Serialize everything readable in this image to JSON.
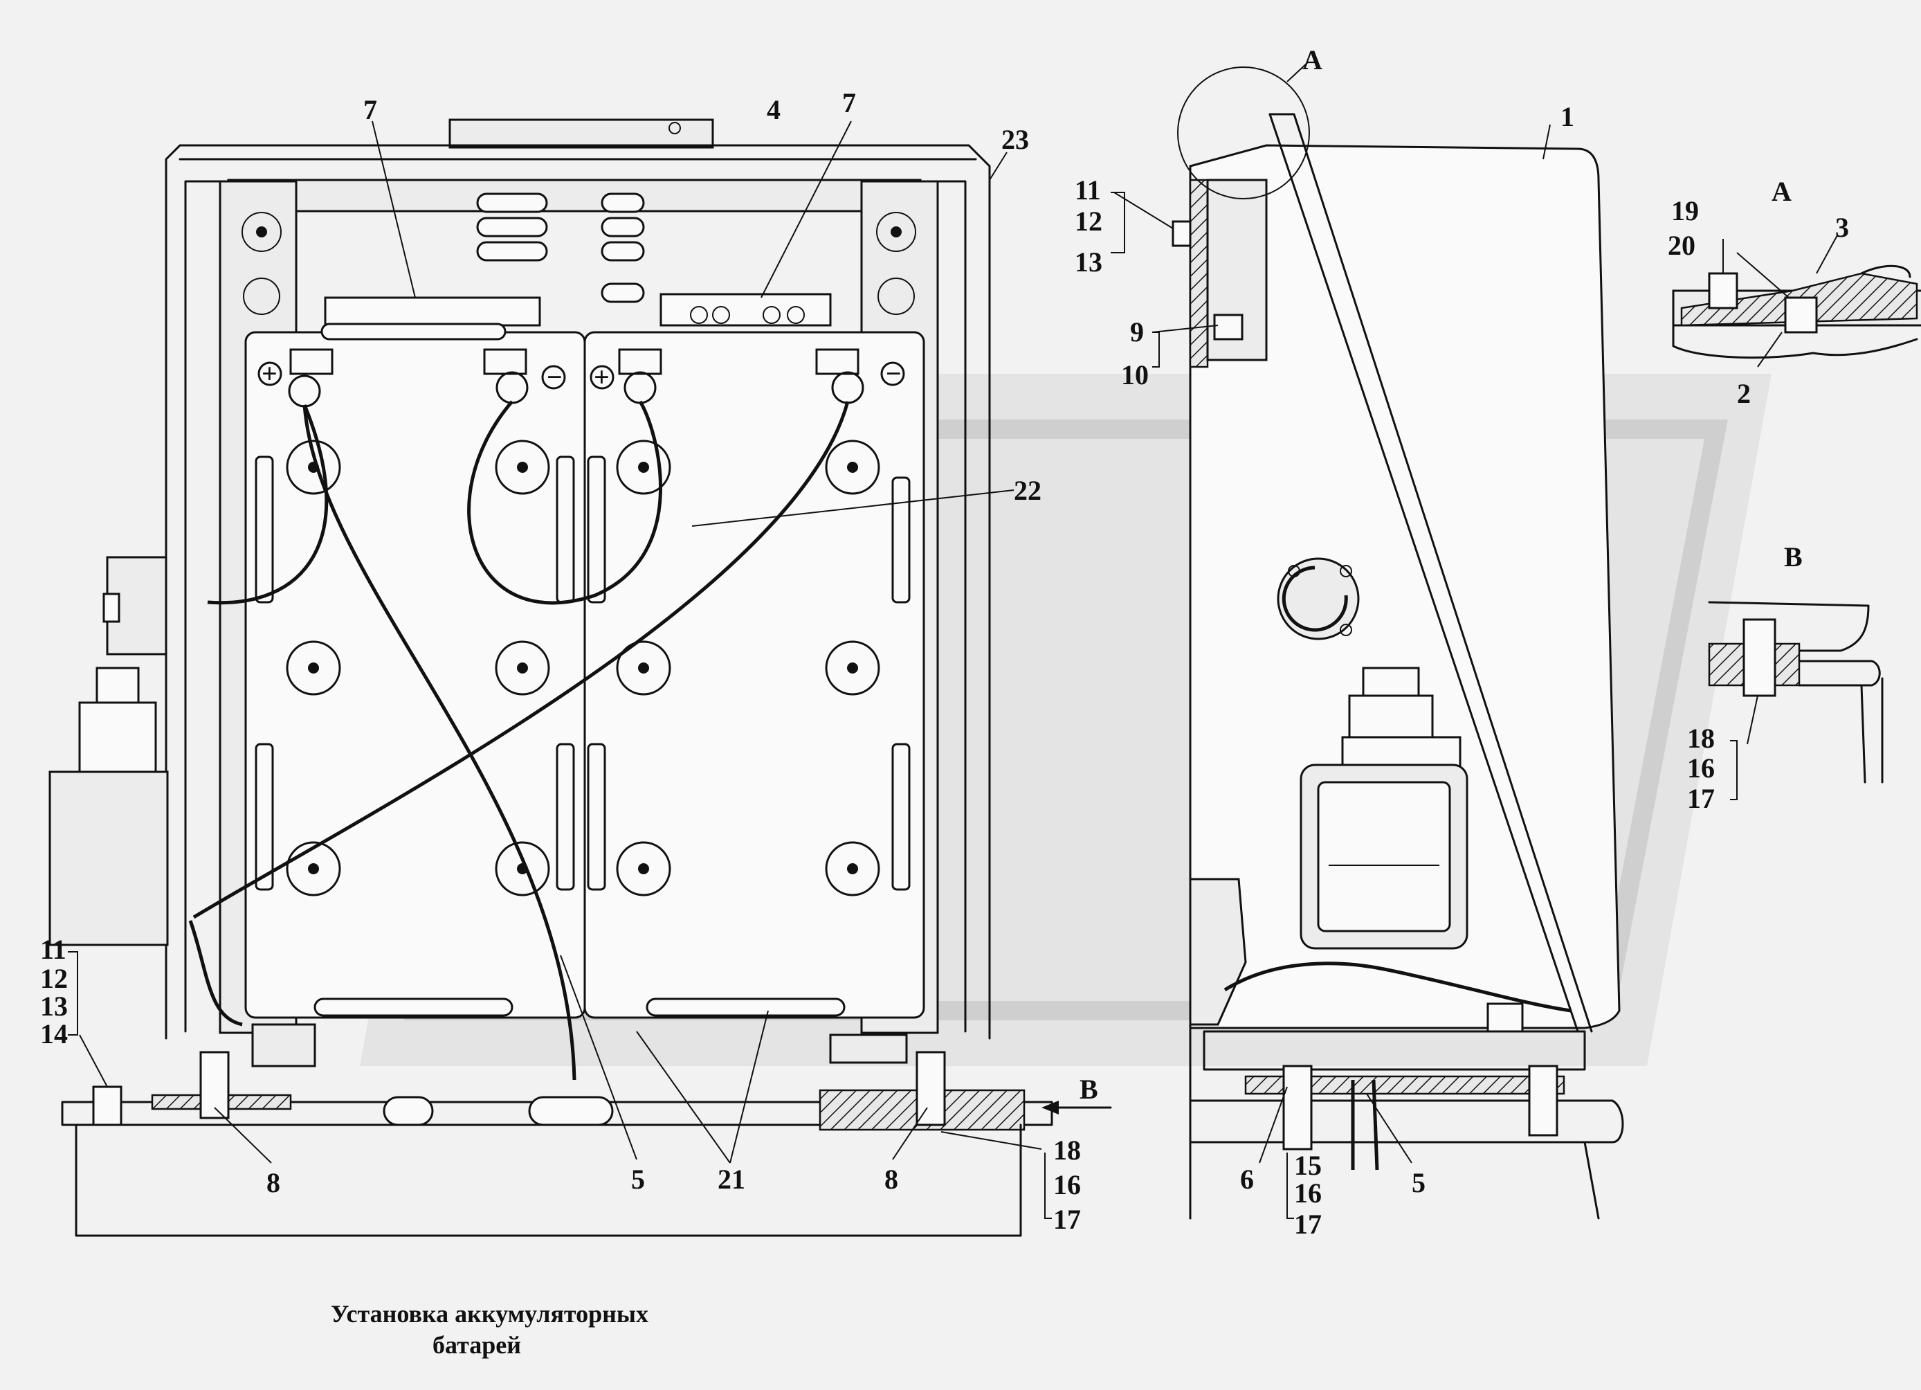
{
  "caption": {
    "line1": "Установка аккумуляторных",
    "line2": "батарей"
  },
  "view_labels": {
    "detail_a": "А",
    "detail_a_title": "А",
    "detail_b": "В",
    "detail_b_title": "В"
  },
  "callouts": {
    "front_view": [
      {
        "id": "c7a",
        "text": "7"
      },
      {
        "id": "c4",
        "text": "4"
      },
      {
        "id": "c7b",
        "text": "7"
      },
      {
        "id": "c23",
        "text": "23"
      },
      {
        "id": "c22",
        "text": "22"
      },
      {
        "id": "c11",
        "text": "11"
      },
      {
        "id": "c12",
        "text": "12"
      },
      {
        "id": "c13",
        "text": "13"
      },
      {
        "id": "c14",
        "text": "14"
      },
      {
        "id": "c8a",
        "text": "8"
      },
      {
        "id": "c5",
        "text": "5"
      },
      {
        "id": "c21",
        "text": "21"
      },
      {
        "id": "c8b",
        "text": "8"
      },
      {
        "id": "c18",
        "text": "18"
      },
      {
        "id": "c16",
        "text": "16"
      },
      {
        "id": "c17",
        "text": "17"
      }
    ],
    "side_view": [
      {
        "id": "s1",
        "text": "1"
      },
      {
        "id": "s11",
        "text": "11"
      },
      {
        "id": "s12",
        "text": "12"
      },
      {
        "id": "s13",
        "text": "13"
      },
      {
        "id": "s9",
        "text": "9"
      },
      {
        "id": "s10",
        "text": "10"
      },
      {
        "id": "s6",
        "text": "6"
      },
      {
        "id": "s15",
        "text": "15"
      },
      {
        "id": "s16",
        "text": "16"
      },
      {
        "id": "s17",
        "text": "17"
      },
      {
        "id": "s5",
        "text": "5"
      }
    ],
    "detail_a": [
      {
        "id": "a19",
        "text": "19"
      },
      {
        "id": "a20",
        "text": "20"
      },
      {
        "id": "a3",
        "text": "3"
      },
      {
        "id": "a2",
        "text": "2"
      }
    ],
    "detail_b": [
      {
        "id": "b18",
        "text": "18"
      },
      {
        "id": "b16",
        "text": "16"
      },
      {
        "id": "b17",
        "text": "17"
      }
    ]
  },
  "terminal_marks": {
    "plus": "+",
    "minus": "−"
  },
  "colors": {
    "line": "#111111",
    "background": "#f2f2f2",
    "watermark": "#d9d9d9"
  }
}
